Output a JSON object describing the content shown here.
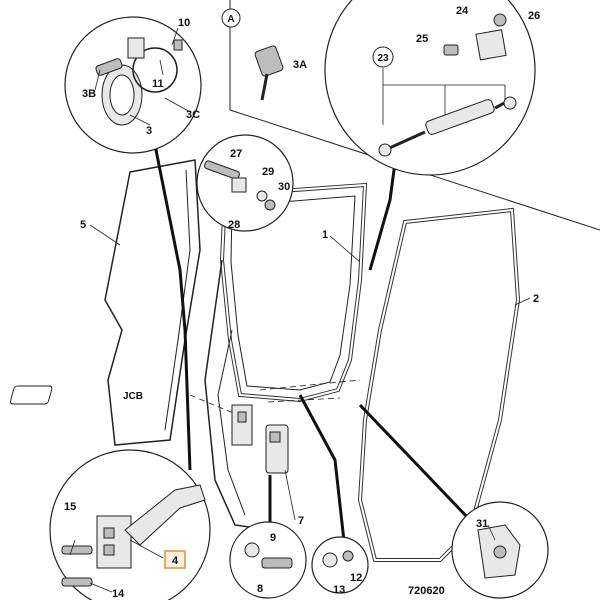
{
  "diagram": {
    "figure_number": "720620",
    "section_marker": "A",
    "highlighted_label": "4",
    "labels": {
      "l1": "1",
      "l2": "2",
      "l3": "3",
      "l3a": "3A",
      "l3b": "3B",
      "l3c": "3C",
      "l4": "4",
      "l5": "5",
      "l7": "7",
      "l8": "8",
      "l9": "9",
      "l10": "10",
      "l11": "11",
      "l12": "12",
      "l13": "13",
      "l14": "14",
      "l15": "15",
      "l23": "23",
      "l24": "24",
      "l25": "25",
      "l26": "26",
      "l27": "27",
      "l28": "28",
      "l29": "29",
      "l30": "30",
      "l31": "31"
    }
  }
}
